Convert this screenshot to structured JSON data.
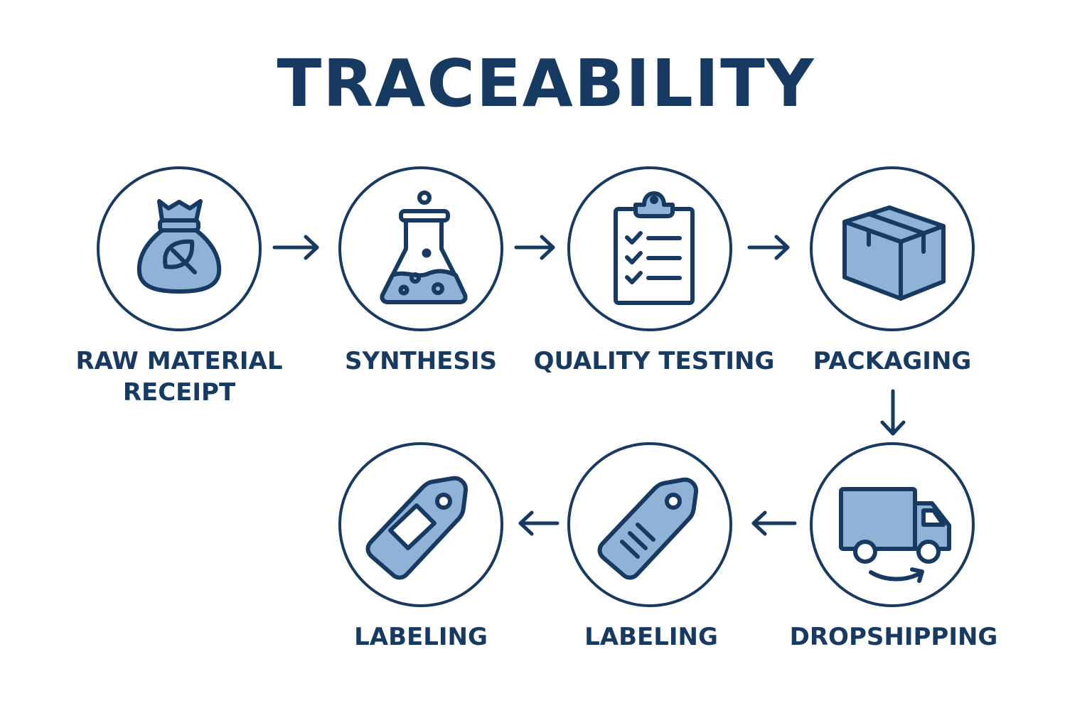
{
  "title": "TRACEABILITY",
  "colors": {
    "primary": "#173a63",
    "fill": "#8fb2d6",
    "background": "#ffffff"
  },
  "stages": [
    {
      "label_line1": "RAW MATERIAL",
      "label_line2": "RECEIPT",
      "icon": "leaf-sack-icon"
    },
    {
      "label": "SYNTHESIS",
      "icon": "flask-icon"
    },
    {
      "label": "QUALITY TESTING",
      "icon": "clipboard-checklist-icon"
    },
    {
      "label": "PACKAGING",
      "icon": "box-icon"
    },
    {
      "label": "DROPSHIPPING",
      "icon": "truck-icon"
    },
    {
      "label": "LABELING",
      "icon": "barcode-tag-icon"
    },
    {
      "label": "LABELING",
      "icon": "blank-tag-icon"
    }
  ]
}
